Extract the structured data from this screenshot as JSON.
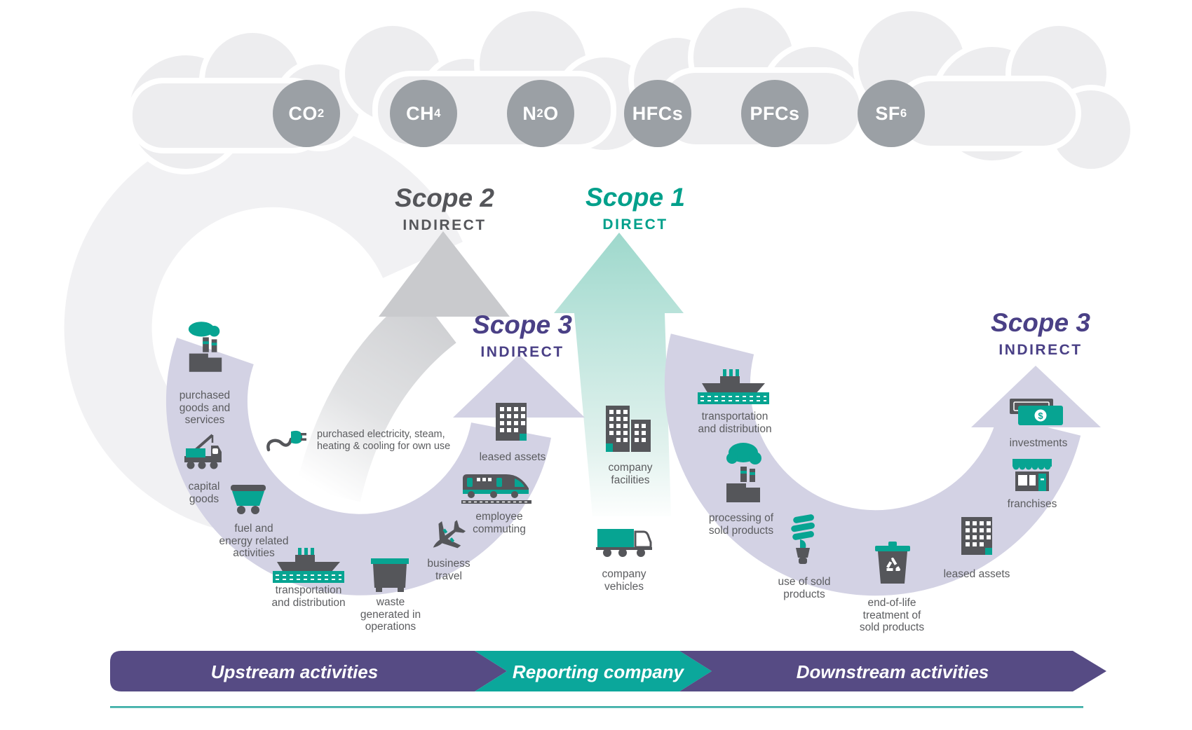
{
  "diagram": "Overview of GHG Protocol scopes and emissions across the value chain",
  "colors": {
    "teal_icon": "#07a492",
    "teal_text": "#00a08b",
    "teal_banner": "#0ba79b",
    "teal_line": "#2fa9a0",
    "teal_arrow": "#9ed8cc",
    "purple_banner": "#564b84",
    "purple_text": "#4a4086",
    "lavender_band": "#d3d2e4",
    "ink_icon": "#55565a",
    "label_gray": "#5b5c5f",
    "gas_circle_gray": "#9ba0a5",
    "cloud_gray": "#ededef",
    "gray_arrow": "#c9cacd"
  },
  "gases": [
    "CO2",
    "CH4",
    "N2O",
    "HFCs",
    "PFCs",
    "SF6"
  ],
  "scopes": [
    {
      "id": "scope2",
      "title": "Scope 2",
      "subtitle": "INDIRECT"
    },
    {
      "id": "scope1",
      "title": "Scope 1",
      "subtitle": "DIRECT"
    },
    {
      "id": "scope3-upstream",
      "title": "Scope 3",
      "subtitle": "INDIRECT"
    },
    {
      "id": "scope3-downstream",
      "title": "Scope 3",
      "subtitle": "INDIRECT"
    }
  ],
  "activities": [
    {
      "id": "purchased-goods",
      "group": "upstream",
      "icon": "factory-icon",
      "lines": [
        "purchased",
        "goods and",
        "services"
      ]
    },
    {
      "id": "capital-goods",
      "group": "upstream",
      "icon": "crane-truck-icon",
      "lines": [
        "capital",
        "goods"
      ]
    },
    {
      "id": "fuel-energy",
      "group": "upstream",
      "icon": "mine-cart-icon",
      "lines": [
        "fuel and",
        "energy related",
        "activities"
      ]
    },
    {
      "id": "transportation-upstream",
      "group": "upstream",
      "icon": "ship-icon",
      "lines": [
        "transportation",
        "and distribution"
      ]
    },
    {
      "id": "waste-operations",
      "group": "upstream",
      "icon": "dumpster-icon",
      "lines": [
        "waste",
        "generated in",
        "operations"
      ]
    },
    {
      "id": "business-travel",
      "group": "upstream",
      "icon": "plane-icon",
      "lines": [
        "business",
        "travel"
      ]
    },
    {
      "id": "employee-commuting",
      "group": "upstream",
      "icon": "train-icon",
      "lines": [
        "employee",
        "commuting"
      ]
    },
    {
      "id": "leased-assets-upstream",
      "group": "upstream",
      "icon": "building-icon",
      "lines": [
        "leased assets"
      ]
    },
    {
      "id": "purchased-electricity",
      "group": "scope2",
      "icon": "plug-icon",
      "lines": [
        "purchased electricity, steam,",
        "heating & cooling for own use"
      ]
    },
    {
      "id": "company-facilities",
      "group": "reporting-company",
      "icon": "buildings-icon",
      "lines": [
        "company",
        "facilities"
      ]
    },
    {
      "id": "company-vehicles",
      "group": "reporting-company",
      "icon": "box-truck-icon",
      "lines": [
        "company",
        "vehicles"
      ]
    },
    {
      "id": "transportation-downstream",
      "group": "downstream",
      "icon": "ship-icon",
      "lines": [
        "transportation",
        "and distribution"
      ]
    },
    {
      "id": "processing-sold-products",
      "group": "downstream",
      "icon": "factory-smoke-icon",
      "lines": [
        "processing of",
        "sold products"
      ]
    },
    {
      "id": "use-of-sold-products",
      "group": "downstream",
      "icon": "cfl-bulb-icon",
      "lines": [
        "use of sold",
        "products"
      ]
    },
    {
      "id": "end-of-life-treatment",
      "group": "downstream",
      "icon": "recycle-bin-icon",
      "lines": [
        "end-of-life",
        "treatment of",
        "sold products"
      ]
    },
    {
      "id": "leased-assets-downstream",
      "group": "downstream",
      "icon": "building-icon",
      "lines": [
        "leased assets"
      ]
    },
    {
      "id": "franchises",
      "group": "downstream",
      "icon": "store-icon",
      "lines": [
        "franchises"
      ]
    },
    {
      "id": "investments",
      "group": "downstream",
      "icon": "money-icon",
      "lines": [
        "investments"
      ]
    }
  ],
  "banner": {
    "upstream": "Upstream activities",
    "reporting": "Reporting company",
    "downstream": "Downstream activities"
  }
}
